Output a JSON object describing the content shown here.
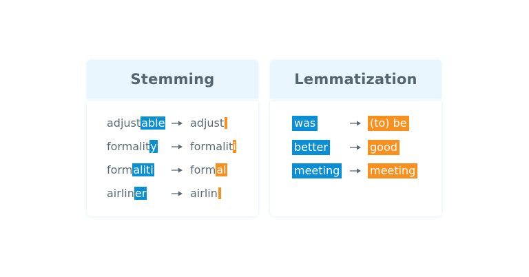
{
  "colors": {
    "header_bg": "#eaf6fe",
    "title_text": "#53656f",
    "body_text": "#5b6b75",
    "highlight_blue": "#0a8fd6",
    "highlight_orange": "#f7901e"
  },
  "stemming": {
    "title": "Stemming",
    "rows": [
      {
        "source_stem": "adjust",
        "source_suffix": "able",
        "target_stem": "adjust",
        "target_suffix": ""
      },
      {
        "source_stem": "formalit",
        "source_suffix": "y",
        "target_stem": "formalit",
        "target_suffix": "i"
      },
      {
        "source_stem": "form",
        "source_suffix": "aliti",
        "target_stem": "form",
        "target_suffix": "al"
      },
      {
        "source_stem": "airlin",
        "source_suffix": "er",
        "target_stem": "airlin",
        "target_suffix": ""
      }
    ],
    "arrow_icon": "right-arrow-icon"
  },
  "lemmatization": {
    "title": "Lemmatization",
    "rows": [
      {
        "source": "was",
        "target": "(to) be"
      },
      {
        "source": "better",
        "target": "good"
      },
      {
        "source": "meeting",
        "target": "meeting"
      }
    ],
    "arrow_icon": "right-arrow-icon"
  }
}
